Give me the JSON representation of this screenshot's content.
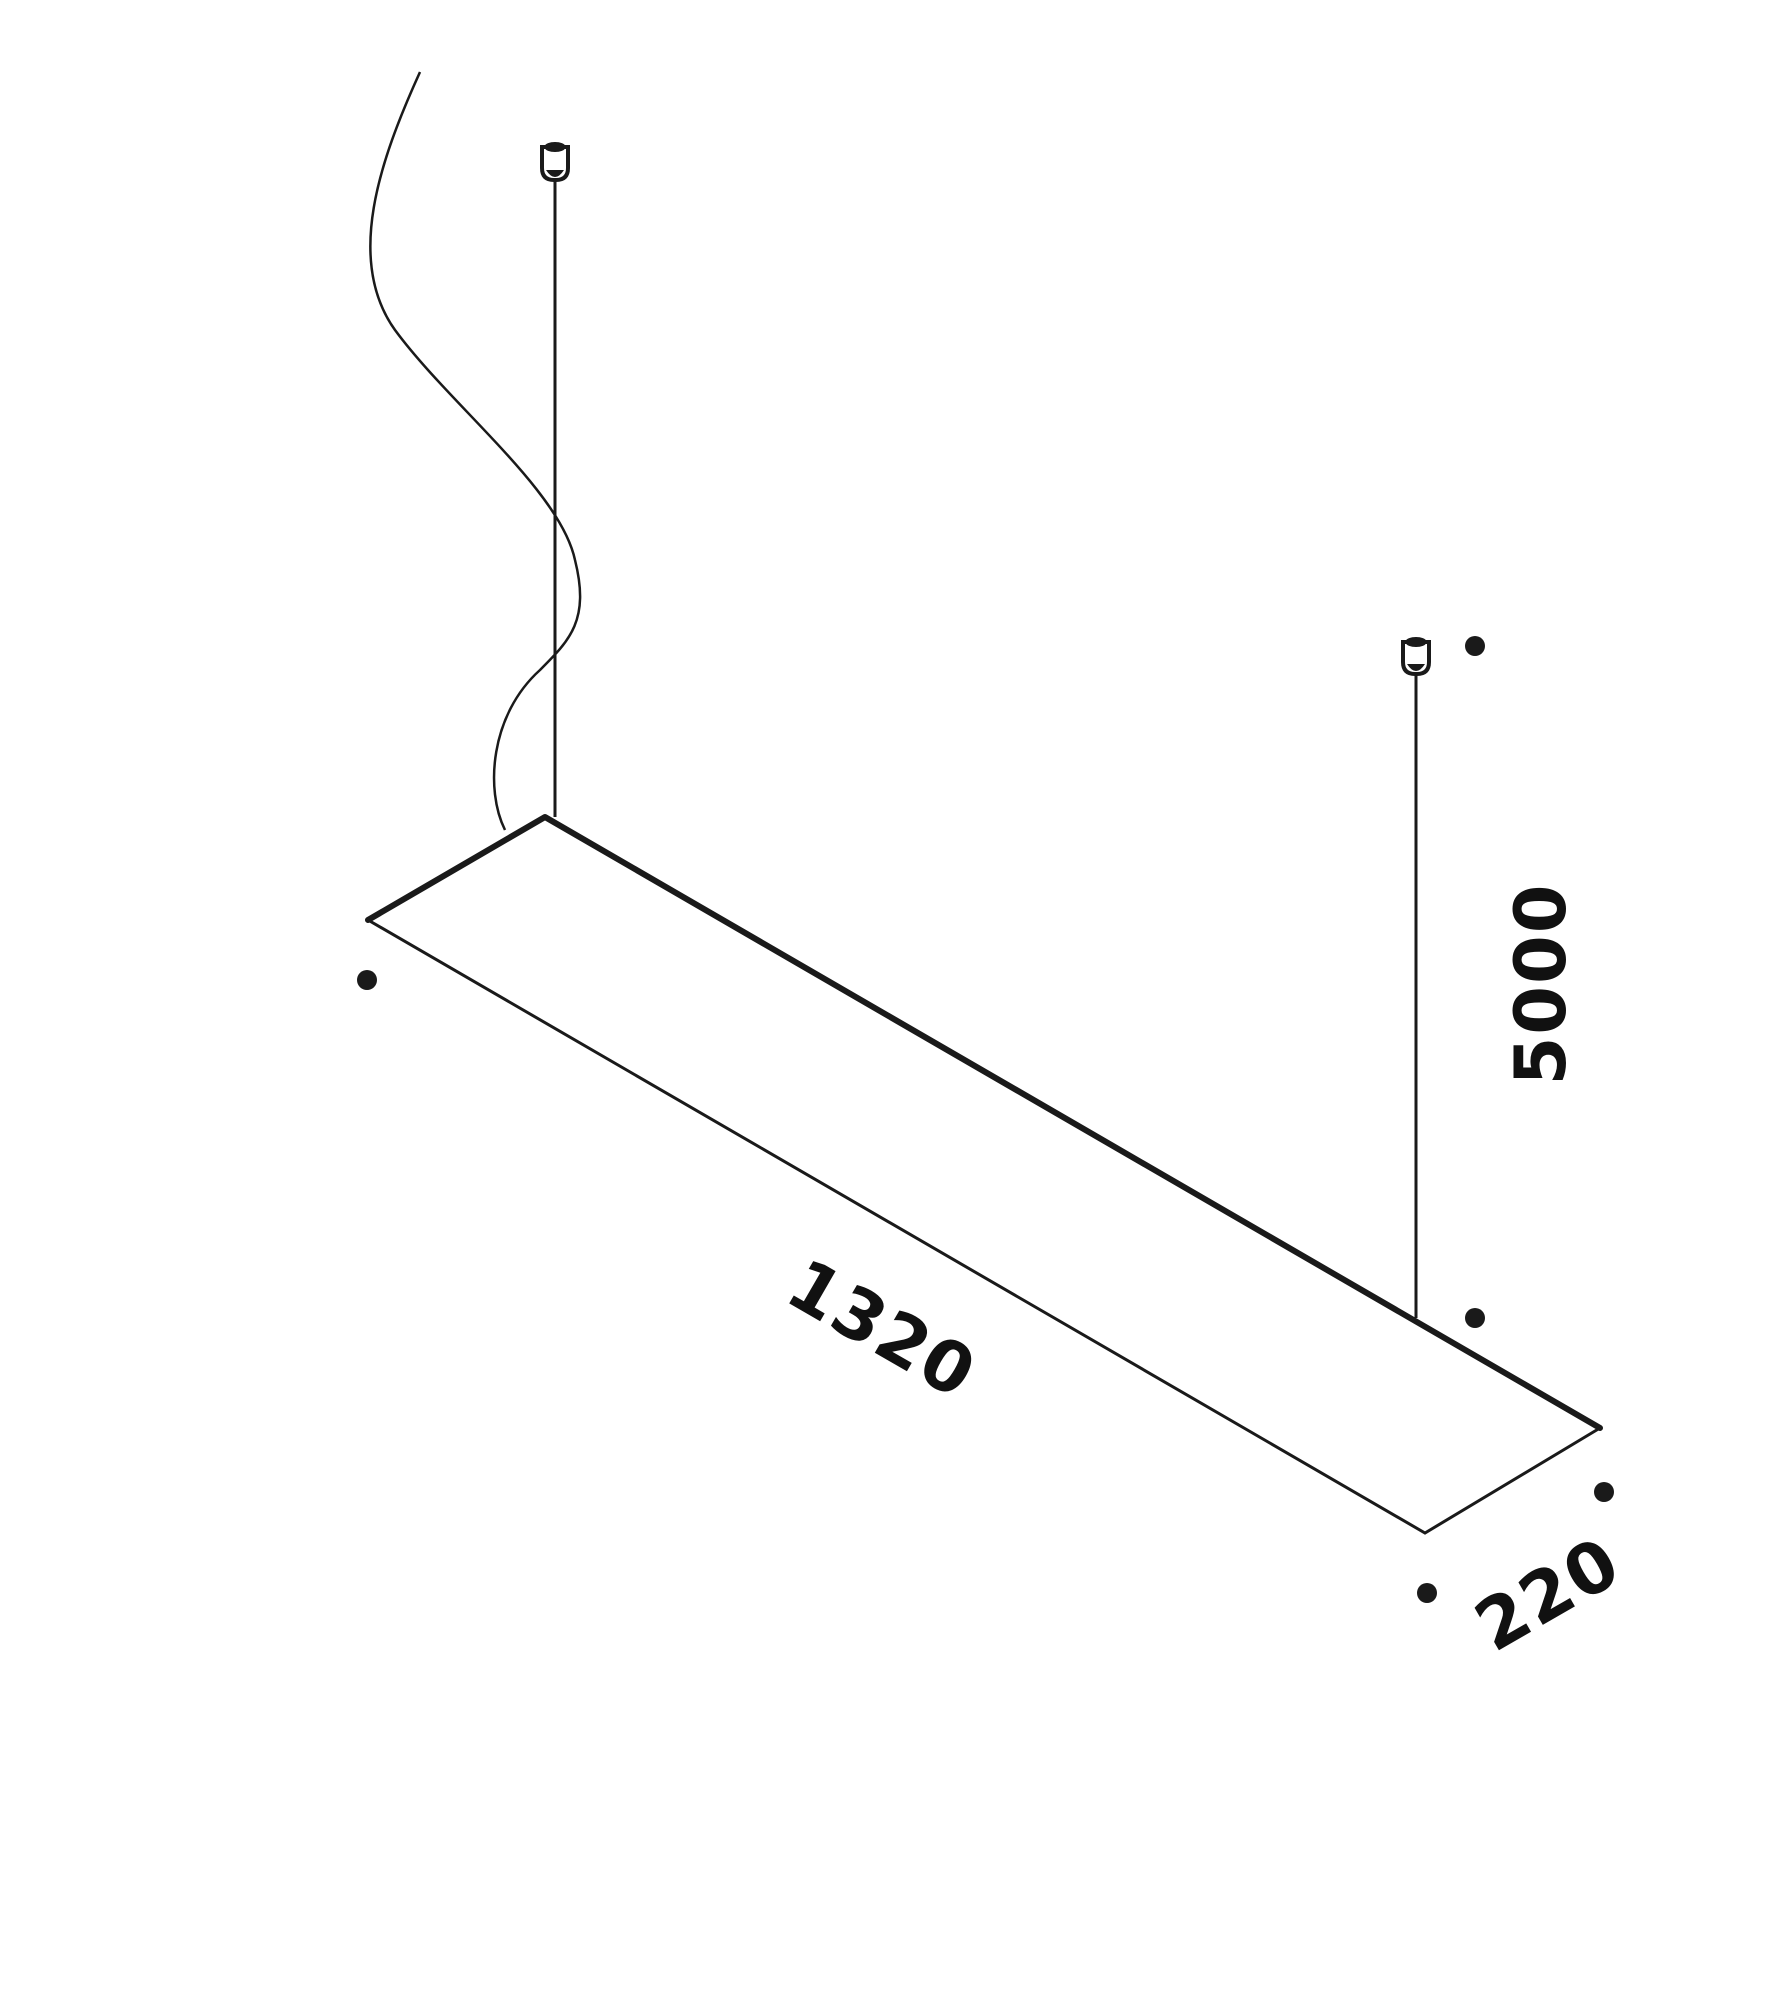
{
  "dimensions": {
    "length": "1320",
    "width": "220",
    "suspension": "5000"
  },
  "colors": {
    "line": "#1a1a1a",
    "background": "#ffffff"
  }
}
